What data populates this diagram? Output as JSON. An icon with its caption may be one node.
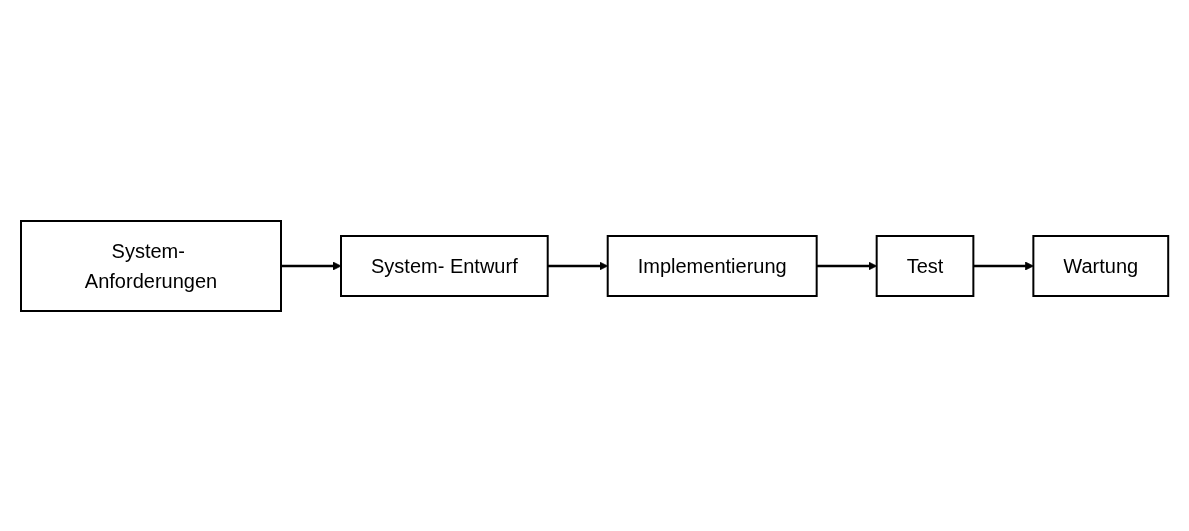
{
  "diagram": {
    "nodes": [
      {
        "text": [
          "System- Anforderungen"
        ]
      },
      {
        "text": [
          "System- Entwurf"
        ]
      },
      {
        "text": [
          "Implementierung"
        ]
      },
      {
        "text": [
          "Test"
        ]
      },
      {
        "text": [
          "Wartung"
        ]
      }
    ],
    "edges": [
      {
        "from": 0,
        "to": 1,
        "arrow": "to"
      },
      {
        "from": 1,
        "to": 2,
        "arrow": "to"
      },
      {
        "from": 2,
        "to": 3,
        "arrow": "to"
      },
      {
        "from": 3,
        "to": 4,
        "arrow": "to"
      }
    ]
  }
}
